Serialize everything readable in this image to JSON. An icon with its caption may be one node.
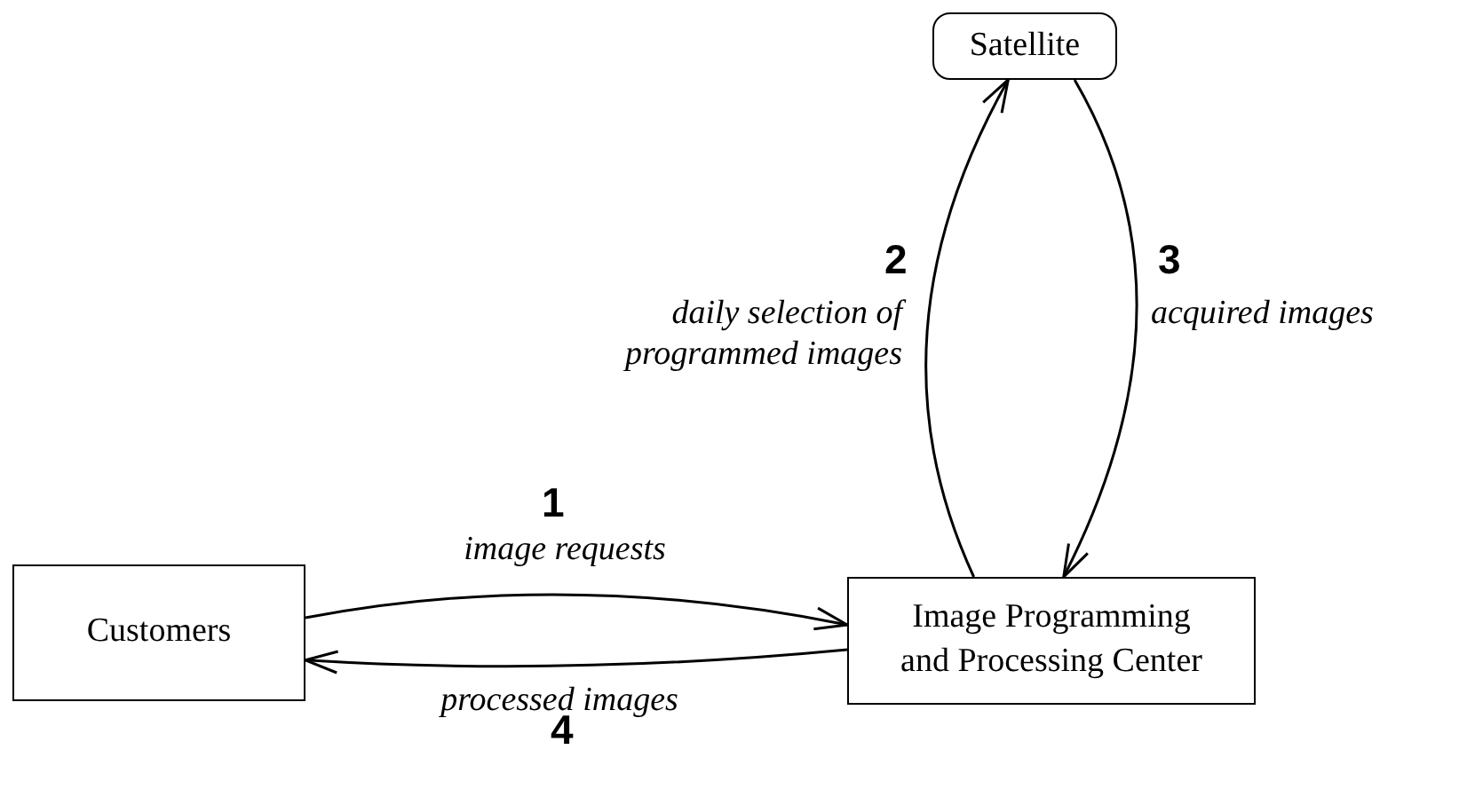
{
  "diagram": {
    "nodes": [
      {
        "text": [
          "Satellite"
        ]
      },
      {
        "text": [
          "Customers"
        ]
      },
      {
        "text": [
          "Image Programming and Processing Center"
        ]
      }
    ],
    "edges": [
      {
        "from": 1,
        "to": 2,
        "arrow": "to",
        "label": "image requests"
      },
      {
        "from": 2,
        "to": 0,
        "arrow": "to",
        "label": "daily selection of programmed images"
      },
      {
        "from": 0,
        "to": 2,
        "arrow": "to",
        "label": "acquired images"
      },
      {
        "from": 2,
        "to": 1,
        "arrow": "to",
        "label": "processed images"
      }
    ],
    "labels": [
      "1",
      "2",
      "3",
      "4"
    ]
  }
}
